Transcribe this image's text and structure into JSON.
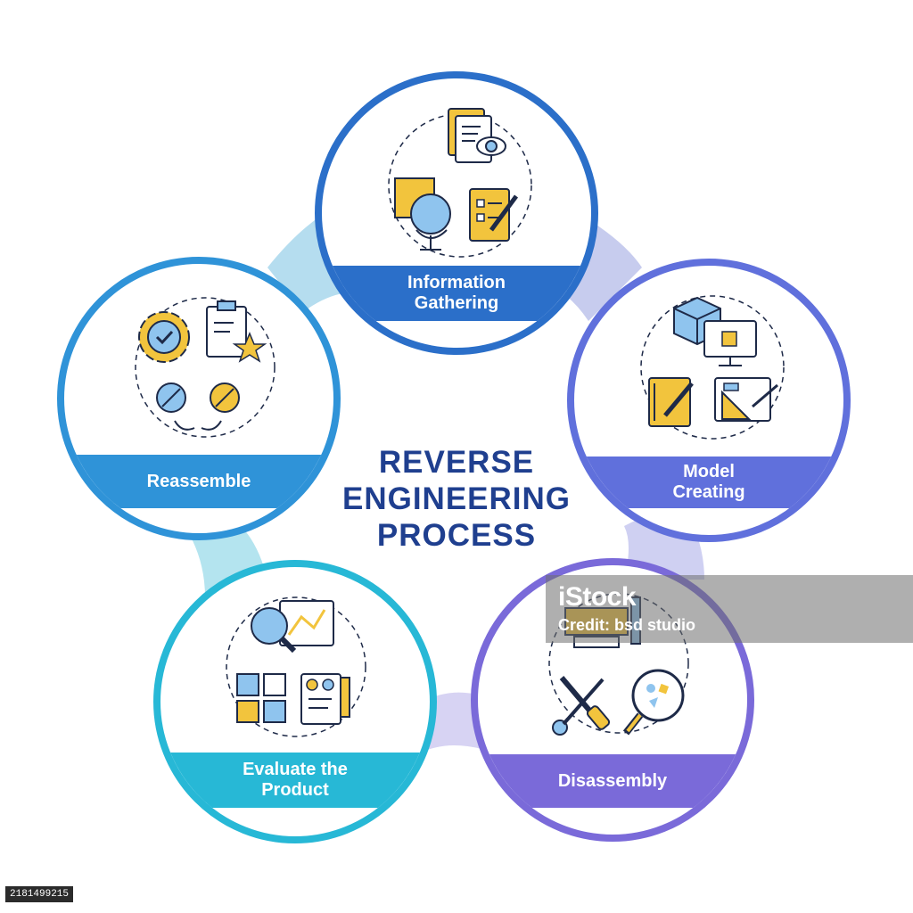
{
  "diagram": {
    "title_lines": [
      "REVERSE",
      "ENGINEERING",
      "PROCESS"
    ],
    "steps": [
      {
        "label_lines": [
          "Information",
          "Gathering"
        ],
        "color": "#2b6fc9",
        "icons": [
          "documents-eye-icon",
          "puzzle-globe-icon",
          "checklist-pen-icon"
        ]
      },
      {
        "label_lines": [
          "Model",
          "Creating"
        ],
        "color": "#6070dc",
        "icons": [
          "cube-monitor-icon",
          "notebook-pen-icon",
          "drafting-tools-icon"
        ]
      },
      {
        "label_lines": [
          "Disassembly"
        ],
        "color": "#7a6ad9",
        "icons": [
          "machine-icon",
          "tools-icon",
          "magnifier-fragments-icon"
        ]
      },
      {
        "label_lines": [
          "Evaluate the",
          "Product"
        ],
        "color": "#27b8d6",
        "icons": [
          "search-graph-icon",
          "grid-arrows-icon",
          "calculator-pen-icon"
        ]
      },
      {
        "label_lines": [
          "Reassemble"
        ],
        "color": "#2f93d8",
        "icons": [
          "gear-check-icon",
          "clipboard-star-icon",
          "swap-cycle-icon"
        ]
      }
    ]
  },
  "colors": {
    "title": "#1f3f8f",
    "icon_yellow": "#f2c43d",
    "icon_blue": "#8fc4ee",
    "icon_outline": "#1e2a48"
  },
  "watermark": {
    "logo": "iStock",
    "credit": "Credit: bsd studio"
  },
  "stock_id": "2181499215"
}
